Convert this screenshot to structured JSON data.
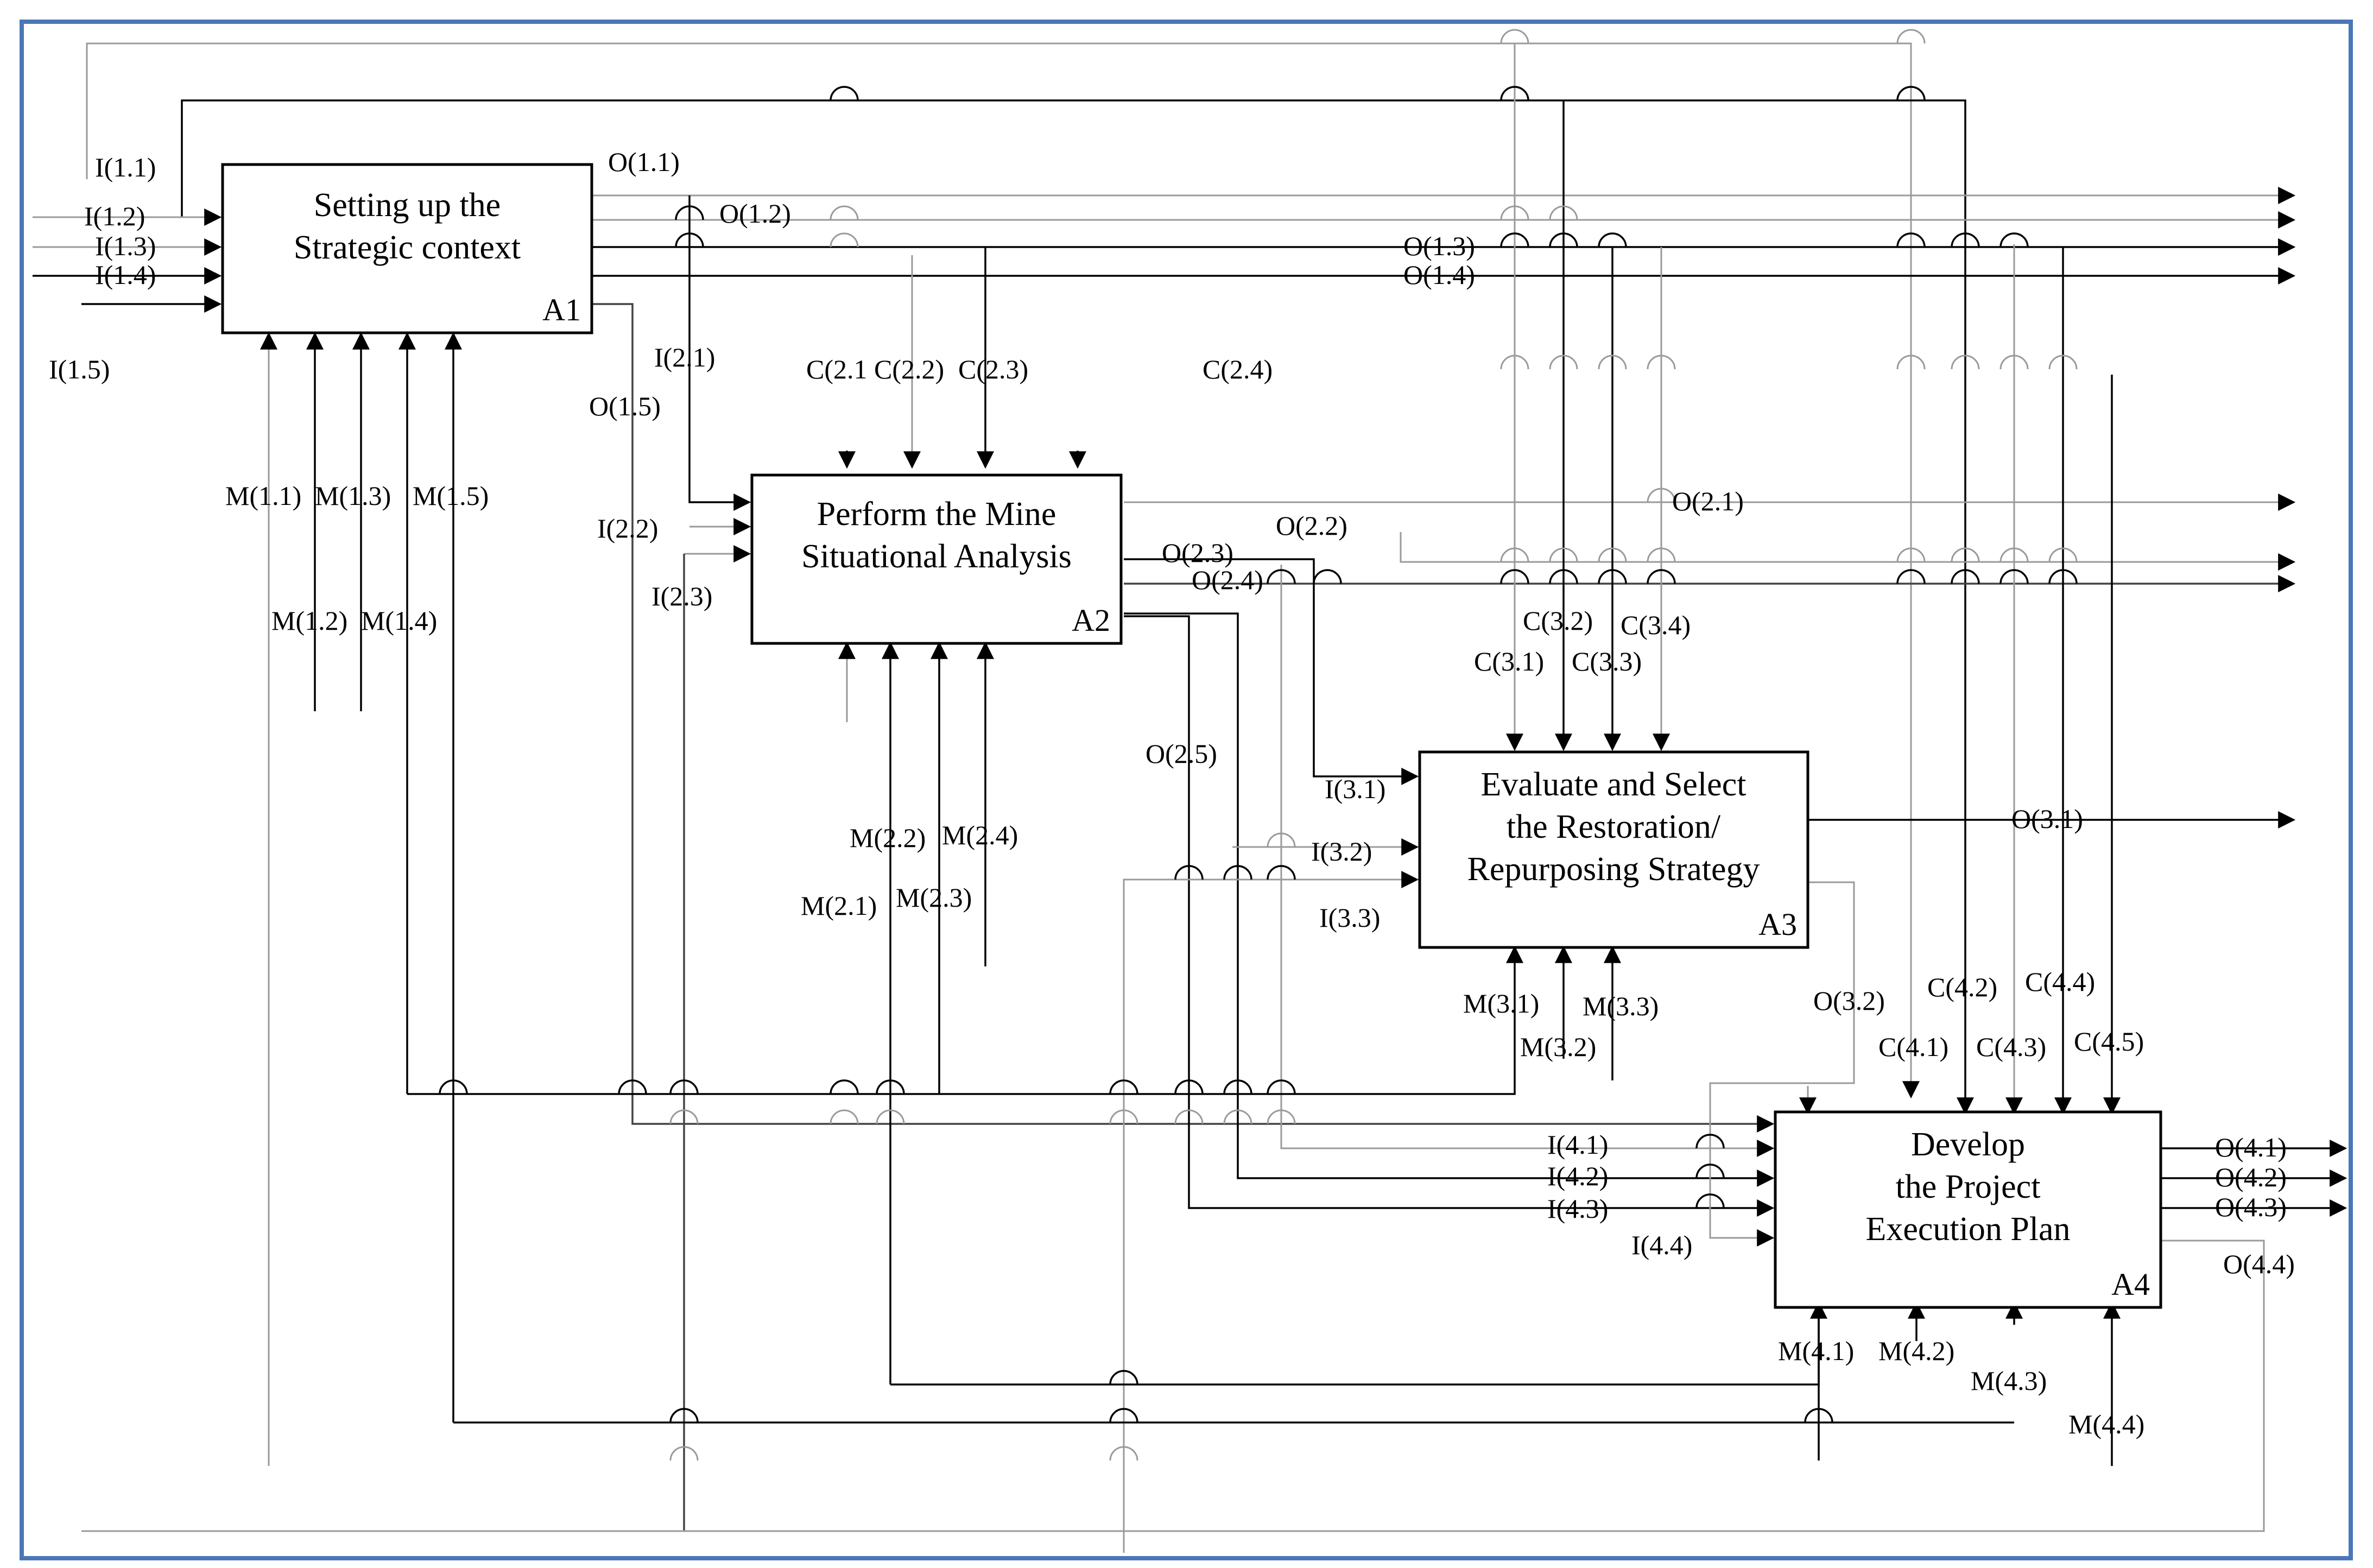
{
  "activities": [
    {
      "id": "A1",
      "title_lines": [
        "Setting up the",
        "Strategic context"
      ]
    },
    {
      "id": "A2",
      "title_lines": [
        "Perform the Mine",
        "Situational Analysis"
      ]
    },
    {
      "id": "A3",
      "title_lines": [
        "Evaluate and Select",
        "the Restoration/",
        "Repurposing Strategy"
      ]
    },
    {
      "id": "A4",
      "title_lines": [
        "Develop",
        "the Project",
        "Execution Plan"
      ]
    }
  ],
  "labels": {
    "inputs": [
      "I(1.1)",
      "I(1.2)",
      "I(1.3)",
      "I(1.4)",
      "I(1.5)",
      "I(2.1)",
      "I(2.2)",
      "I(2.3)",
      "I(3.1)",
      "I(3.2)",
      "I(3.3)",
      "I(4.1)",
      "I(4.2)",
      "I(4.3)",
      "I(4.4)"
    ],
    "outputs": [
      "O(1.1)",
      "O(1.2)",
      "O(1.3)",
      "O(1.4)",
      "O(1.5)",
      "O(2.1)",
      "O(2.2)",
      "O(2.3)",
      "O(2.4)",
      "O(2.5)",
      "O(3.1)",
      "O(3.2)",
      "O(4.1)",
      "O(4.2)",
      "O(4.3)",
      "O(4.4)"
    ],
    "controls": [
      "C(2.1",
      "C(2.2)",
      "C(2.3)",
      "C(2.4)",
      "C(3.1)",
      "C(3.2)",
      "C(3.3)",
      "C(3.4)",
      "C(4.1)",
      "C(4.2)",
      "C(4.3)",
      "C(4.4)",
      "C(4.5)"
    ],
    "mechanisms": [
      "M(1.1)",
      "M(1.2)",
      "M(1.3)",
      "M(1.4)",
      "M(1.5)",
      "M(2.1)",
      "M(2.2)",
      "M(2.3)",
      "M(2.4)",
      "M(3.1)",
      "M(3.2)",
      "M(3.3)",
      "M(4.1)",
      "M(4.2)",
      "M(4.3)",
      "M(4.4)"
    ]
  }
}
